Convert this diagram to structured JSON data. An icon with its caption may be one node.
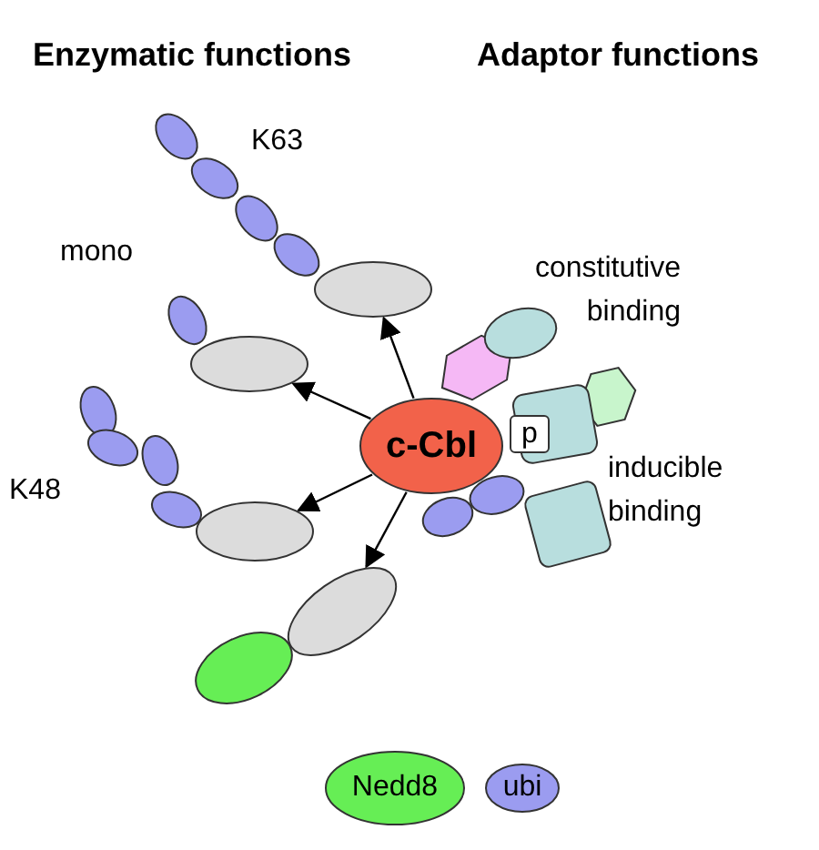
{
  "diagram": {
    "nodes": [
      {
        "text": [
          "c-Cbl"
        ]
      },
      {
        "text": [],
        "shape": "ellipse"
      },
      {
        "text": [],
        "shape": "ellipse"
      },
      {
        "text": [],
        "shape": "ellipse"
      },
      {
        "text": [],
        "shape": "ellipse"
      },
      {
        "text": [
          "p"
        ]
      }
    ],
    "edges": [
      {
        "from": 0,
        "to": 1,
        "arrow": "to"
      },
      {
        "from": 0,
        "to": 2,
        "arrow": "to"
      },
      {
        "from": 0,
        "to": 3,
        "arrow": "to"
      },
      {
        "from": 0,
        "to": 4,
        "arrow": "to"
      }
    ],
    "labels": [
      "Enzymatic functions",
      "Adaptor functions",
      "K63",
      "mono",
      "constitutive binding",
      "inducible binding",
      "K48"
    ],
    "legend": [
      {
        "text": "Nedd8",
        "color": "#66ee55"
      },
      {
        "text": "ubi",
        "color": "#9b9cf0"
      }
    ]
  }
}
